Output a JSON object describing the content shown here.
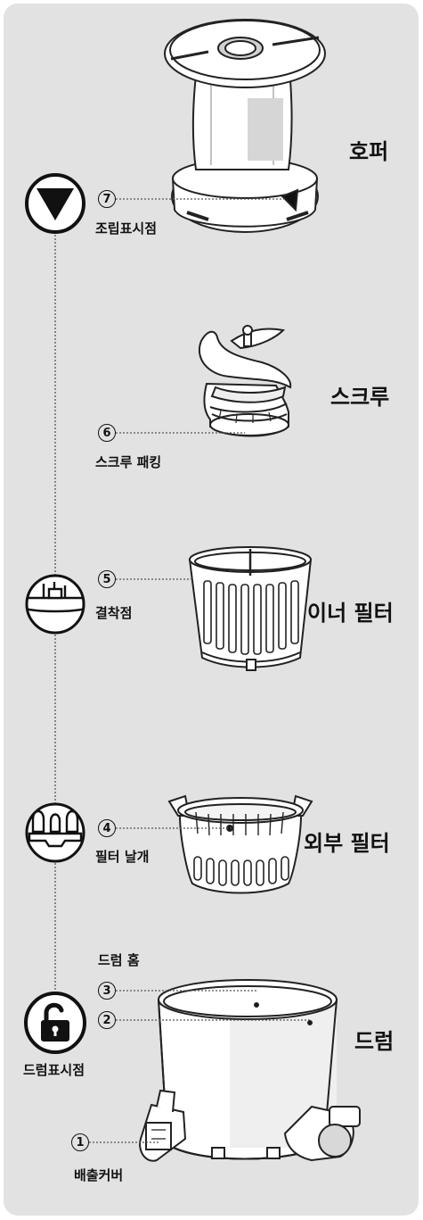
{
  "parts": {
    "hopper": "호퍼",
    "screw": "스크루",
    "inner_filter": "이너 필터",
    "outer_filter": "외부 필터",
    "drum": "드럼"
  },
  "callouts": {
    "n7": {
      "num": "7",
      "label": "조립표시점"
    },
    "n6": {
      "num": "6",
      "label": "스크루 패킹"
    },
    "n5": {
      "num": "5",
      "label": "결착점"
    },
    "n4": {
      "num": "4",
      "label": "필터 날개"
    },
    "n3": {
      "num": "3"
    },
    "n2": {
      "num": "2"
    },
    "n1": {
      "num": "1",
      "label": "배출커버"
    },
    "drum_groove": "드럼 홈"
  },
  "indicators": {
    "top": "assembly-triangle-icon",
    "lock_label": "드럼표시점"
  },
  "colors": {
    "panel": "#e2e2e3",
    "outline": "#222222",
    "part_fill": "#ffffff",
    "shade": "#c8c8c8"
  }
}
